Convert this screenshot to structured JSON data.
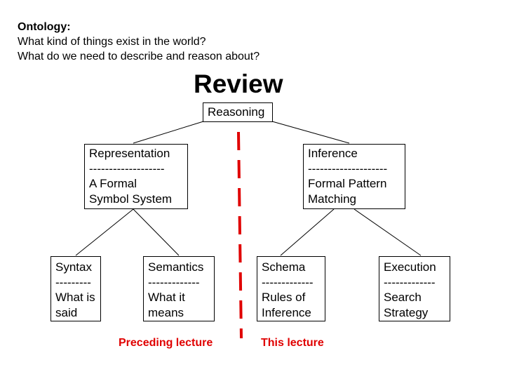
{
  "header": {
    "line1": "Ontology:",
    "line2": "What kind of things exist in the world?",
    "line3": "What do we need to describe and reason about?"
  },
  "title": "Review",
  "nodes": {
    "root": [
      "Reasoning"
    ],
    "representation": [
      "Representation",
      "-------------------",
      "A Formal",
      "Symbol System"
    ],
    "inference": [
      "Inference",
      "--------------------",
      "Formal Pattern",
      "Matching"
    ],
    "syntax": [
      "Syntax",
      "---------",
      "What is",
      "said"
    ],
    "semantics": [
      "Semantics",
      "-------------",
      "What it",
      "means"
    ],
    "schema": [
      "Schema",
      "-------------",
      "Rules of",
      "Inference"
    ],
    "execution": [
      "Execution",
      "-------------",
      "Search",
      "Strategy"
    ]
  },
  "labels": {
    "preceding": "Preceding lecture",
    "this": "This lecture"
  },
  "colors": {
    "divider": "#e00000",
    "label": "#e00000",
    "lines": "#000000"
  }
}
